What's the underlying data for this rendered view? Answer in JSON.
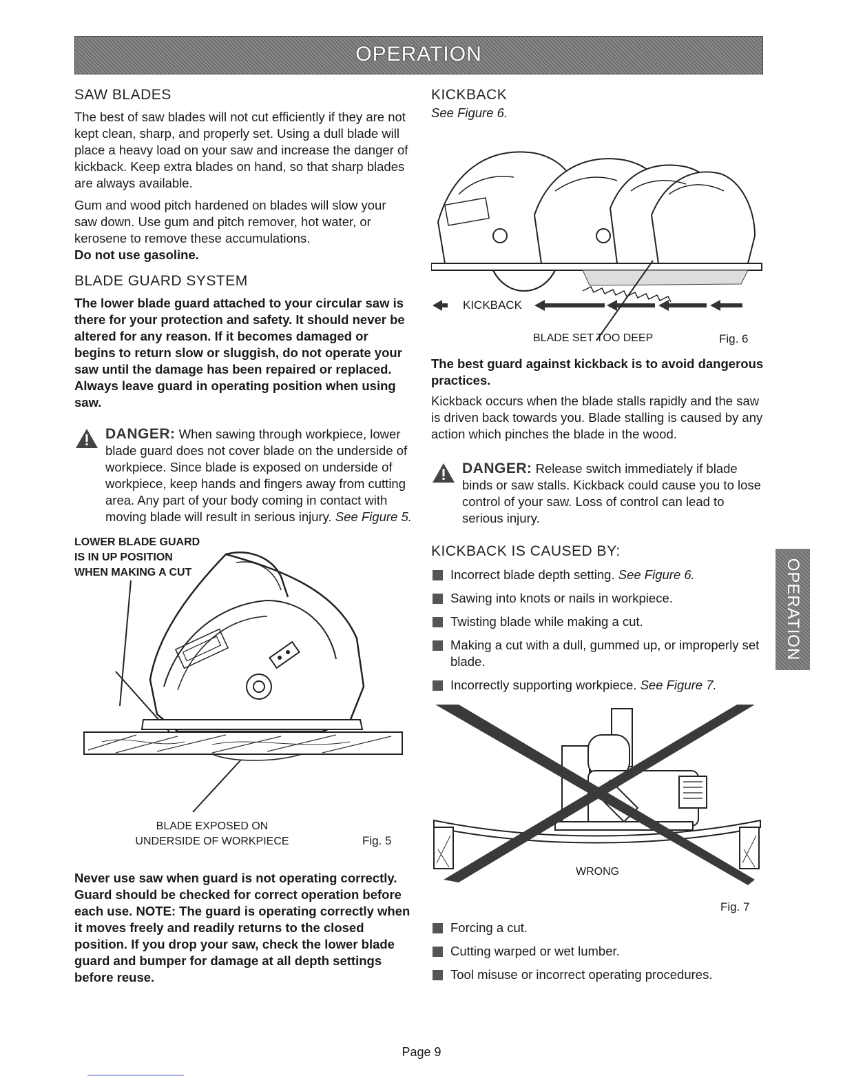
{
  "header": {
    "title": "OPERATION"
  },
  "side_tab": {
    "label": "OPERATION"
  },
  "left": {
    "saw_blades": {
      "heading": "SAW BLADES",
      "p1": "The best of saw blades will not cut efficiently if they are not kept clean, sharp, and properly set. Using a dull blade will place a heavy load on your saw and increase the danger of kickback. Keep extra blades on hand, so that sharp blades are always available.",
      "p2": "Gum and wood pitch hardened on blades will slow your saw down. Use gum and pitch remover, hot water, or kerosene to remove these accumulations.",
      "p2_bold": "Do not use gasoline."
    },
    "blade_guard": {
      "heading": "BLADE GUARD SYSTEM",
      "bold_text": "The lower blade guard attached to your circular saw is there for your protection and safety. It should never be altered for any reason. If it becomes damaged or begins to return slow or sluggish, do not operate your saw until the damage has been repaired or replaced. Always leave guard in operating position when using saw."
    },
    "danger": {
      "label": "DANGER:",
      "text": "When sawing through workpiece, lower blade guard does not cover blade on the underside of workpiece. Since blade is exposed on underside of workpiece, keep hands and fingers away from cutting area. Any part of your body coming in contact with moving blade will result in serious injury.",
      "ref": "See Figure 5."
    },
    "fig5": {
      "label_top_1": "LOWER BLADE GUARD",
      "label_top_2": "IS IN UP POSITION",
      "label_top_3": "WHEN MAKING A CUT",
      "label_bottom_1": "BLADE EXPOSED ON",
      "label_bottom_2": "UNDERSIDE OF WORKPIECE",
      "fig_no": "Fig. 5"
    },
    "closing_bold": "Never use saw when guard is not operating correctly. Guard should be checked for correct operation before each use. NOTE: The guard is operating correctly when it moves freely and readily returns to the closed position. If you drop your saw, check the lower blade guard and bumper for damage at all depth settings before reuse."
  },
  "right": {
    "kickback": {
      "heading": "KICKBACK",
      "ref": "See Figure 6."
    },
    "fig6": {
      "arrow_label": "KICKBACK",
      "caption": "BLADE SET TOO DEEP",
      "fig_no": "Fig. 6"
    },
    "best_guard_bold": "The best guard against kickback is to avoid dangerous practices.",
    "kickback_para": "Kickback occurs when the blade stalls rapidly and the saw is driven back towards you. Blade stalling is caused by any action which pinches the blade in the wood.",
    "danger": {
      "label": "DANGER:",
      "text": "Release switch immediately if blade binds or saw stalls. Kickback could cause you to lose control of your saw. Loss of control can lead to serious injury."
    },
    "caused_by": {
      "heading": "KICKBACK IS CAUSED BY:",
      "items": [
        {
          "text": "Incorrect blade depth setting.",
          "ref": "See Figure 6."
        },
        {
          "text": "Sawing into knots or nails in workpiece.",
          "ref": ""
        },
        {
          "text": "Twisting blade while making a cut.",
          "ref": ""
        },
        {
          "text": "Making a cut with a dull, gummed up, or improperly set blade.",
          "ref": ""
        },
        {
          "text": "Incorrectly supporting workpiece.",
          "ref": "See Figure 7."
        }
      ]
    },
    "fig7": {
      "label": "WRONG",
      "fig_no": "Fig. 7"
    },
    "more_items": [
      "Forcing a cut.",
      "Cutting warped or wet lumber.",
      "Tool misuse or incorrect operating procedures."
    ]
  },
  "footer": {
    "page": "Page 9"
  }
}
